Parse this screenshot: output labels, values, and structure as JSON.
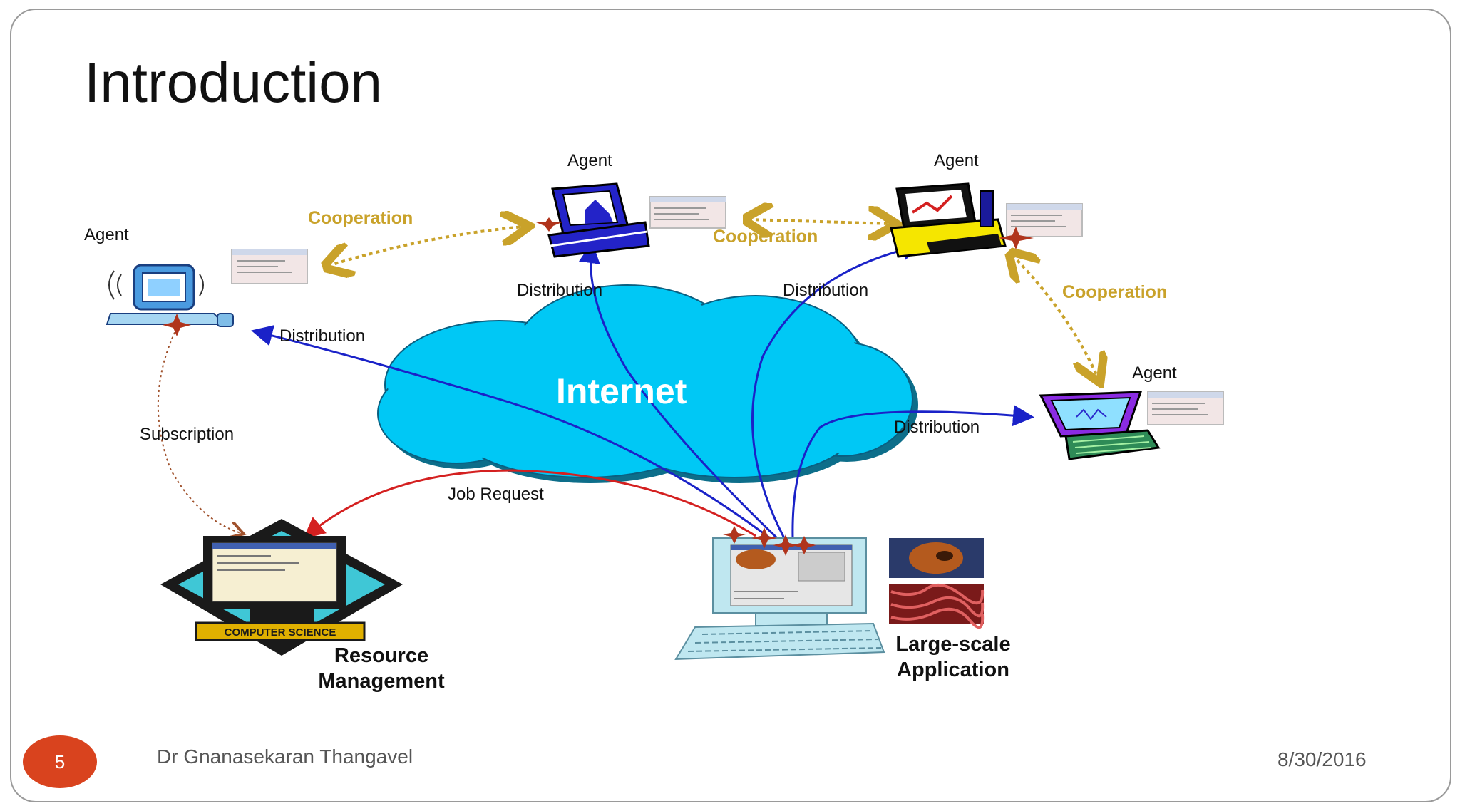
{
  "slide": {
    "title": "Introduction",
    "page_number": "5",
    "author": "Dr Gnanasekaran Thangavel",
    "date": "8/30/2016"
  },
  "diagram": {
    "cloud_label": "Internet",
    "agents": [
      {
        "label": "Agent"
      },
      {
        "label": "Agent"
      },
      {
        "label": "Agent"
      },
      {
        "label": "Agent"
      }
    ],
    "cooperation_labels": [
      "Cooperation",
      "Cooperation",
      "Cooperation"
    ],
    "distribution_labels": [
      "Distribution",
      "Distribution",
      "Distribution",
      "Distribution"
    ],
    "subscription_label": "Subscription",
    "job_request_label": "Job Request",
    "resource_management": {
      "line1": "Resource",
      "line2": "Management",
      "badge": "COMPUTER SCIENCE"
    },
    "large_scale_application": {
      "line1": "Large-scale",
      "line2": "Application"
    },
    "colors": {
      "cooperation": "#c9a22a",
      "distribution_arrow": "#1a22c8",
      "job_request_arrow": "#d42020",
      "subscription_arrow": "#a0522d",
      "cloud": "#00c8f5",
      "page_badge": "#d9431e"
    }
  }
}
